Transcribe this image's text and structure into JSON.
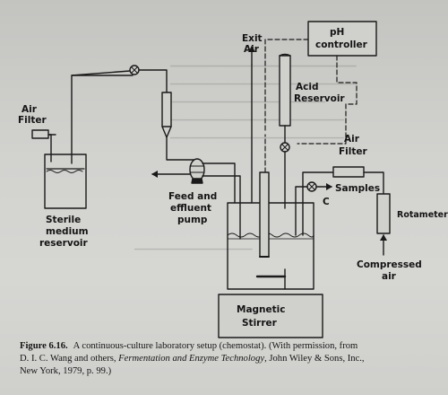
{
  "diagram": {
    "labels": {
      "exit_air": [
        "Exit",
        "Air"
      ],
      "ph_controller": [
        "pH",
        "controller"
      ],
      "air_filter_top": [
        "Air",
        "Filter"
      ],
      "acid_reservoir": [
        "Acid",
        "Reservoir"
      ],
      "air_filter_right": [
        "Air",
        "Filter"
      ],
      "feed_pump": [
        "Feed and",
        "effluent",
        "pump"
      ],
      "samples": "Samples",
      "c_label": "C",
      "rotameter": "Rotameter",
      "sterile": [
        "Sterile",
        "medium",
        "reservoir"
      ],
      "compressed_air": [
        "Compressed",
        "air"
      ],
      "magnetic_stirrer": [
        "Magnetic",
        "Stirrer"
      ]
    }
  },
  "caption": {
    "figure_number": "Figure 6.16.",
    "line1_text": "A continuous-culture laboratory setup (chemostat). (With permission, from",
    "line2_text": "D. I. C. Wang and others, ",
    "line2_italic": "Fermentation and Enzyme Technology",
    "line2_tail": ", John Wiley & Sons, Inc.,",
    "line3_text": "New York, 1979, p. 99.)"
  }
}
